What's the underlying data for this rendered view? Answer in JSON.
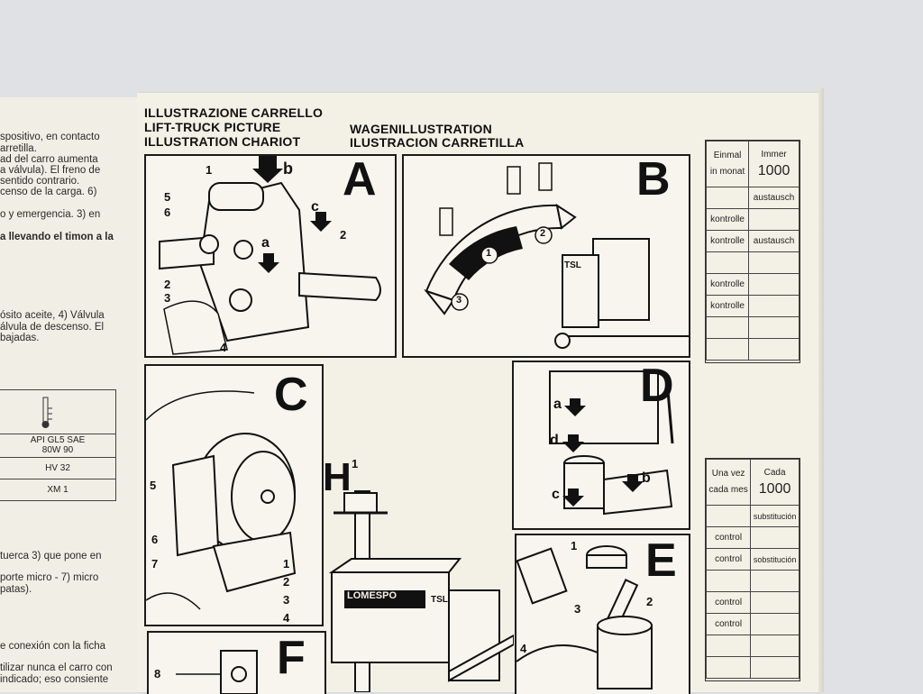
{
  "left_page": {
    "lines": [
      "spositivo, en contacto",
      "arretilla.",
      "ad del carro aumenta",
      "a válvula). El freno de",
      "sentido contrario.",
      "censo de la carga. 6)",
      "o y emergencia. 3) en",
      "a llevando el timon a la",
      "ósito aceite, 4) Válvula",
      "álvula de descenso. El",
      "bajadas.",
      "tuerca 3) que pone en",
      "porte micro - 7) micro",
      "patas).",
      "e conexión con la ficha",
      "tilizar nunca el carro con",
      "indicado; eso consiente"
    ],
    "oil_table": [
      "API GL5 SAE",
      "80W 90",
      "HV 32",
      "XM 1"
    ]
  },
  "header": {
    "italian": "ILLUSTRAZIONE CARRELLO",
    "english": "LIFT-TRUCK PICTURE",
    "french": "ILLUSTRATION CHARIOT",
    "german": "WAGENILLUSTRATION",
    "spanish": "ILUSTRACION CARRETILLA"
  },
  "panels": {
    "A": {
      "letter": "A",
      "labels": [
        "1",
        "b",
        "5",
        "6",
        "c",
        "2",
        "a",
        "2",
        "3",
        "4"
      ]
    },
    "B": {
      "letter": "B",
      "labels": [
        "1",
        "2",
        "3"
      ],
      "badge": "TSL"
    },
    "C": {
      "letter": "C",
      "labels": [
        "5",
        "6",
        "7",
        "1",
        "2",
        "3",
        "4"
      ]
    },
    "D": {
      "letter": "D",
      "labels": [
        "a",
        "d",
        "c",
        "b"
      ]
    },
    "E": {
      "letter": "E",
      "labels": [
        "1",
        "3",
        "2",
        "4"
      ]
    },
    "F": {
      "letter": "F",
      "labels": [
        "8"
      ]
    },
    "H": {
      "letter": "H",
      "labels": [
        "1"
      ],
      "brand": "LOMESPO",
      "badge": "TSL"
    }
  },
  "table_top": {
    "head": [
      "Einmal",
      "in monat",
      "Immer",
      "1000"
    ],
    "rows": [
      [
        "",
        "austausch"
      ],
      [
        "kontrolle",
        ""
      ],
      [
        "kontrolle",
        "austausch"
      ],
      [
        "",
        ""
      ],
      [
        "kontrolle",
        ""
      ],
      [
        "kontrolle",
        ""
      ],
      [
        "",
        ""
      ],
      [
        "",
        ""
      ]
    ]
  },
  "table_bottom": {
    "head": [
      "Una vez",
      "cada mes",
      "Cada",
      "1000"
    ],
    "rows": [
      [
        "",
        "substitución"
      ],
      [
        "control",
        ""
      ],
      [
        "control",
        "sobstitución"
      ],
      [
        "",
        ""
      ],
      [
        "control",
        ""
      ],
      [
        "control",
        ""
      ],
      [
        "",
        ""
      ],
      [
        "",
        ""
      ]
    ]
  }
}
